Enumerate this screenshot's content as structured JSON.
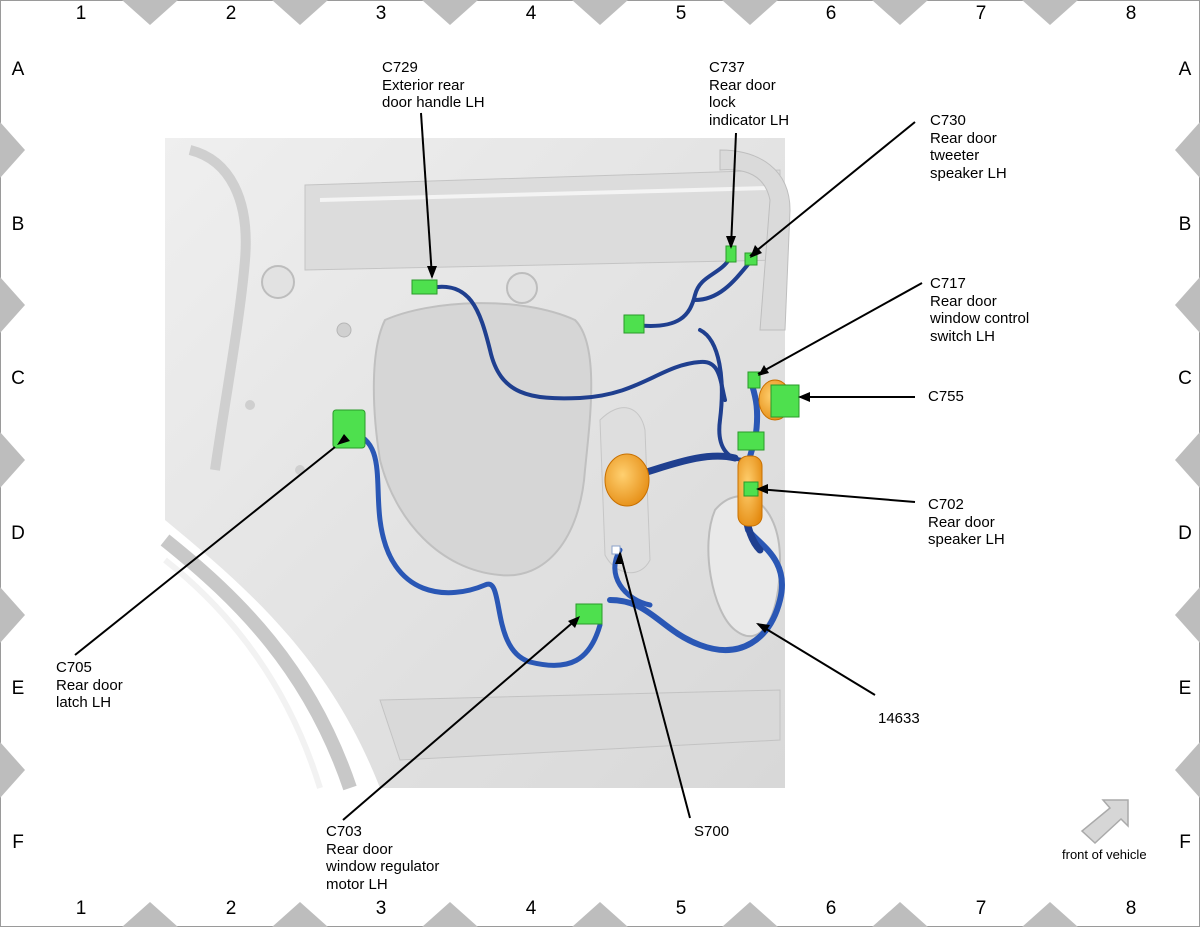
{
  "grid": {
    "columns": [
      "1",
      "2",
      "3",
      "4",
      "5",
      "6",
      "7",
      "8"
    ],
    "rows": [
      "A",
      "B",
      "C",
      "D",
      "E",
      "F"
    ]
  },
  "callouts": {
    "c729": {
      "lines": [
        "C729",
        "Exterior rear",
        "door handle LH"
      ]
    },
    "c737": {
      "lines": [
        "C737",
        "Rear door",
        "lock",
        "indicator LH"
      ]
    },
    "c730": {
      "lines": [
        "C730",
        "Rear door",
        "tweeter",
        "speaker LH"
      ]
    },
    "c717": {
      "lines": [
        "C717",
        "Rear door",
        "window control",
        "switch LH"
      ]
    },
    "c755": {
      "lines": [
        "C755"
      ]
    },
    "c702": {
      "lines": [
        "C702",
        "Rear door",
        "speaker LH"
      ]
    },
    "c705": {
      "lines": [
        "C705",
        "Rear door",
        "latch LH"
      ]
    },
    "n14633": {
      "lines": [
        "14633"
      ]
    },
    "c703": {
      "lines": [
        "C703",
        "Rear door",
        "window regulator",
        "motor LH"
      ]
    },
    "s700": {
      "lines": [
        "S700"
      ]
    }
  },
  "orientation": {
    "label": "front of vehicle",
    "icon": "arrow-icon"
  },
  "colors": {
    "connector": "#4ee04e",
    "harness": "#1f3f8f",
    "grommet": "#f2a21c",
    "panel": "#e6e6e6",
    "border_tab": "#bdbdbd"
  }
}
